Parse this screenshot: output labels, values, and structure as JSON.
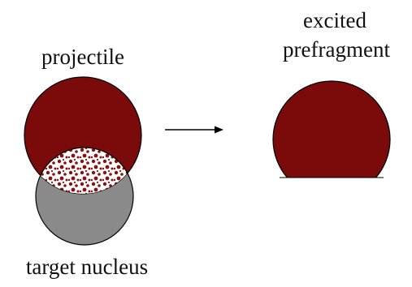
{
  "labels": {
    "projectile": "projectile",
    "excited_line1": "excited",
    "excited_line2": "prefragment",
    "target": "target nucleus"
  },
  "colors": {
    "projectile": "#7b0a0a",
    "target": "#8a8a8a",
    "overlap_base": "#ffffff",
    "overlap_speckle": "#8a1010",
    "arrow": "#000000",
    "outline": "#000000"
  },
  "icons": {
    "arrow": "right-arrow-icon"
  }
}
